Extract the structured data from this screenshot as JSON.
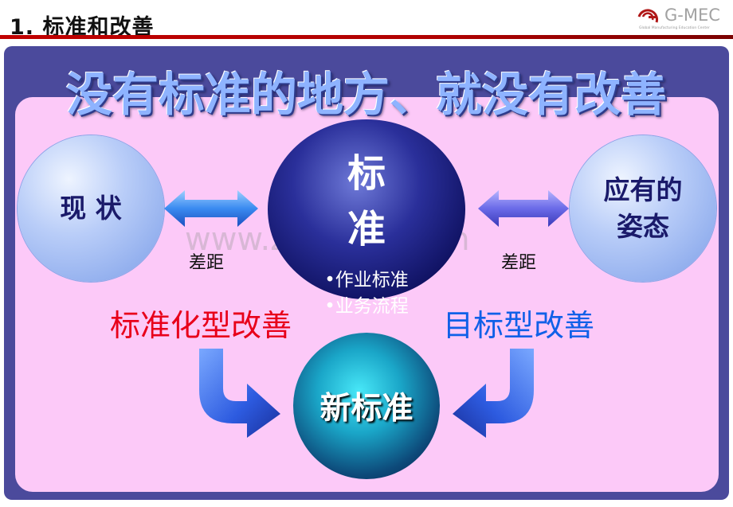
{
  "header": {
    "title": "1. 标准和改善",
    "logo_text": "G-MEC",
    "logo_subtitle": "Global Manufacturing Education Center"
  },
  "slide": {
    "headline": "没有标准的地方、就没有改善",
    "current_state": "现 状",
    "standard": {
      "title": "标准",
      "bullets": [
        "•作业标准",
        "•业务流程"
      ]
    },
    "ideal_state": [
      "应有的",
      "姿态"
    ],
    "gap_left": "差距",
    "gap_right": "差距",
    "left_type": "标准化型改善",
    "right_type": "目标型改善",
    "new_standard": "新标准",
    "watermark": "www.zixin.com.cn"
  },
  "colors": {
    "frame": "#4b4a9c",
    "panel": "#fcc9f8",
    "red": "#e8001a",
    "blue": "#1060e8"
  },
  "icons": [
    "double-arrow-icon",
    "bent-arrow-icon"
  ]
}
